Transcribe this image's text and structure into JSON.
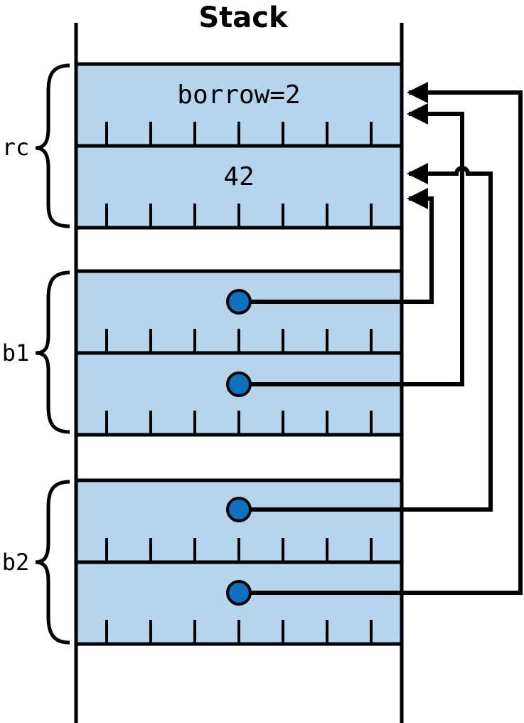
{
  "title": "Stack",
  "groups": {
    "rc": {
      "label": "rc",
      "slots": [
        "borrow=2",
        "42"
      ]
    },
    "b1": {
      "label": "b1"
    },
    "b2": {
      "label": "b2"
    }
  },
  "colors": {
    "slot_fill": "#b4d5eb",
    "pointer_dot": "#1170be",
    "stroke": "#000000"
  }
}
